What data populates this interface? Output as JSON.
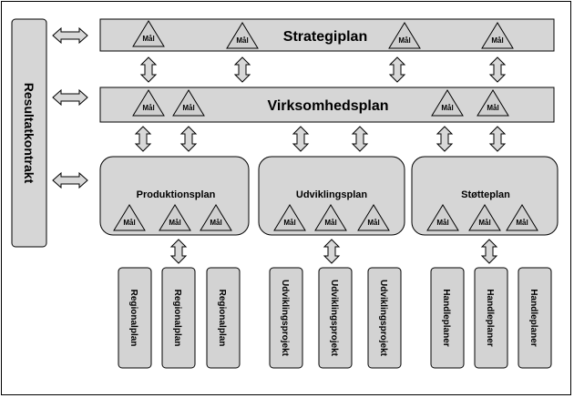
{
  "side_label": "Resultatkontrakt",
  "strategy_label": "Strategiplan",
  "business_label": "Virksomhedsplan",
  "goal_label": "Mål",
  "groups": [
    {
      "label": "Produktionsplan",
      "sub_label": "Regionalplan"
    },
    {
      "label": "Udviklingsplan",
      "sub_label": "Udviklingsprojekt"
    },
    {
      "label": "Støtteplan",
      "sub_label": "Handleplaner"
    }
  ]
}
